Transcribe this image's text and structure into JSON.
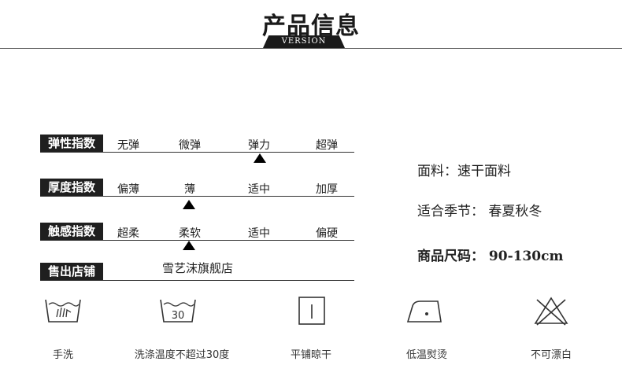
{
  "header": {
    "title": "产品信息",
    "version": "VERSION"
  },
  "indices": [
    {
      "tag": "弹性指数",
      "options": [
        "无弹",
        "微弹",
        "弹力",
        "超弹"
      ],
      "selected": 2
    },
    {
      "tag": "厚度指数",
      "options": [
        "偏薄",
        "薄",
        "适中",
        "加厚"
      ],
      "selected": 1
    },
    {
      "tag": "触感指数",
      "options": [
        "超柔",
        "柔软",
        "适中",
        "偏硬"
      ],
      "selected": 1
    }
  ],
  "store": {
    "tag": "售出店铺",
    "name": "雪艺沫旗舰店"
  },
  "specs": {
    "fabric": "面料：速干面料",
    "season": "适合季节：  春夏秋冬",
    "size": "商品尺码：  90-130cm"
  },
  "care": [
    {
      "icon": "hand-wash-icon",
      "label": "手洗"
    },
    {
      "icon": "wash-30-icon",
      "label": "洗涤温度不超过30度",
      "icon_text": "30"
    },
    {
      "icon": "flat-dry-icon",
      "label": "平铺晾干"
    },
    {
      "icon": "low-iron-icon",
      "label": "低温熨烫"
    },
    {
      "icon": "no-bleach-icon",
      "label": "不可漂白"
    }
  ]
}
